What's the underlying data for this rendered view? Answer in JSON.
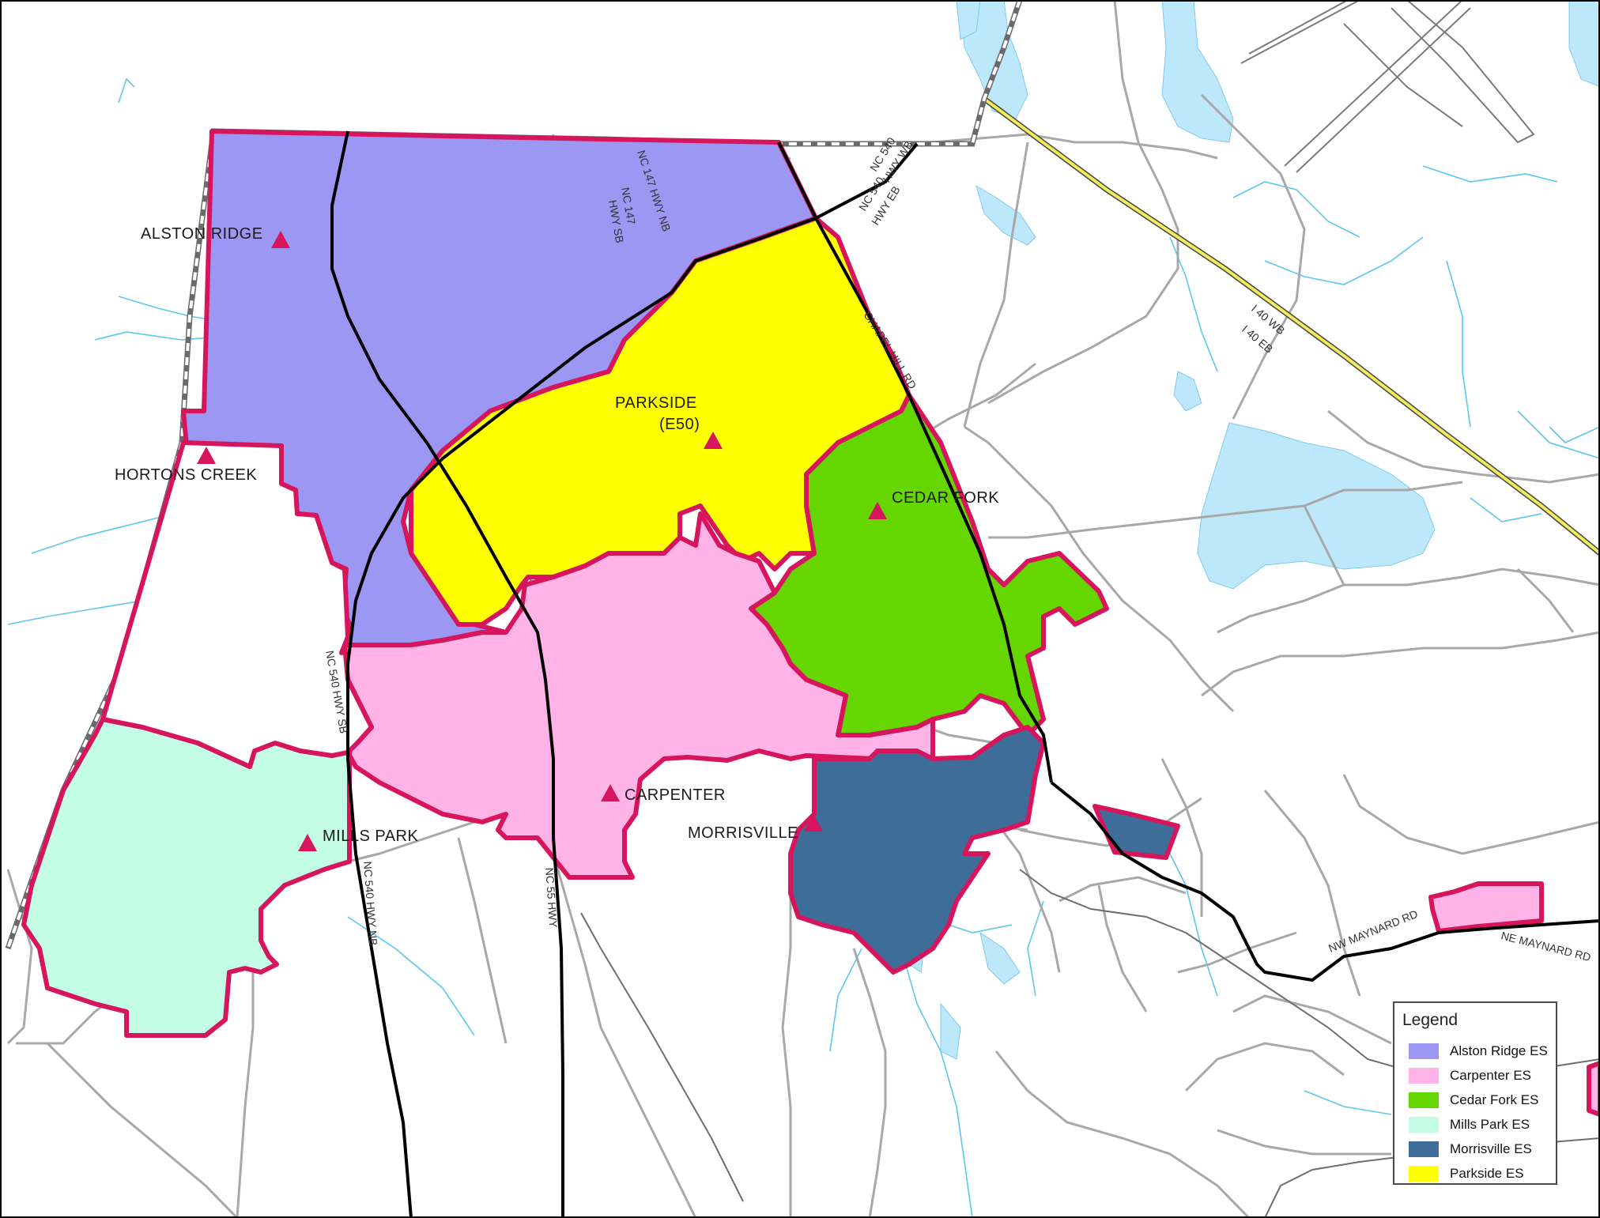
{
  "colors": {
    "boundary": "#d6155d",
    "water": "#bde7fa",
    "stream": "#5bc7ee",
    "road_minor": "#a3a3a3",
    "road_major": "#000000",
    "interstate": "#f2ec5c"
  },
  "legend": {
    "title": "Legend",
    "items": [
      {
        "label": "Alston Ridge ES",
        "color": "#9b97f3"
      },
      {
        "label": "Carpenter ES",
        "color": "#ffb3e6"
      },
      {
        "label": "Cedar Fork ES",
        "color": "#66d600"
      },
      {
        "label": "Mills Park ES",
        "color": "#c4fde6"
      },
      {
        "label": "Morrisville ES",
        "color": "#3f6d9a"
      },
      {
        "label": "Parkside ES",
        "color": "#ffff00"
      }
    ]
  },
  "schools": [
    {
      "label": "ALSTON RIDGE",
      "icon": "triangle-icon"
    },
    {
      "label": "HORTONS CREEK",
      "icon": "triangle-icon"
    },
    {
      "label": "PARKSIDE",
      "sublabel": "(E50)",
      "icon": "triangle-icon"
    },
    {
      "label": "CEDAR FORK",
      "icon": "triangle-icon"
    },
    {
      "label": "CARPENTER",
      "icon": "triangle-icon"
    },
    {
      "label": "MORRISVILLE",
      "icon": "triangle-icon"
    },
    {
      "label": "MILLS PARK",
      "icon": "triangle-icon"
    }
  ],
  "roads": {
    "nc540_wb": "NC 540",
    "nc540_wb2": "HWY WB",
    "nc540_eb": "NC 540",
    "nc540_eb2": "HWY EB",
    "nc147_nb": "NC 147 HWY NB",
    "nc147_sb": "NC 147",
    "nc147_sb2": "HWY SB",
    "chapel_hill": "CHAPEL HILL RD",
    "i40_wb": "I 40 WB",
    "i40_eb": "I 40 EB",
    "nc540_sb": "NC 540 HWY SB",
    "nc540_nb": "NC 540 HWY NB",
    "nc55": "NC 55 HWY",
    "nw_maynard": "NW MAYNARD RD",
    "ne_maynard": "NE MAYNARD RD"
  }
}
